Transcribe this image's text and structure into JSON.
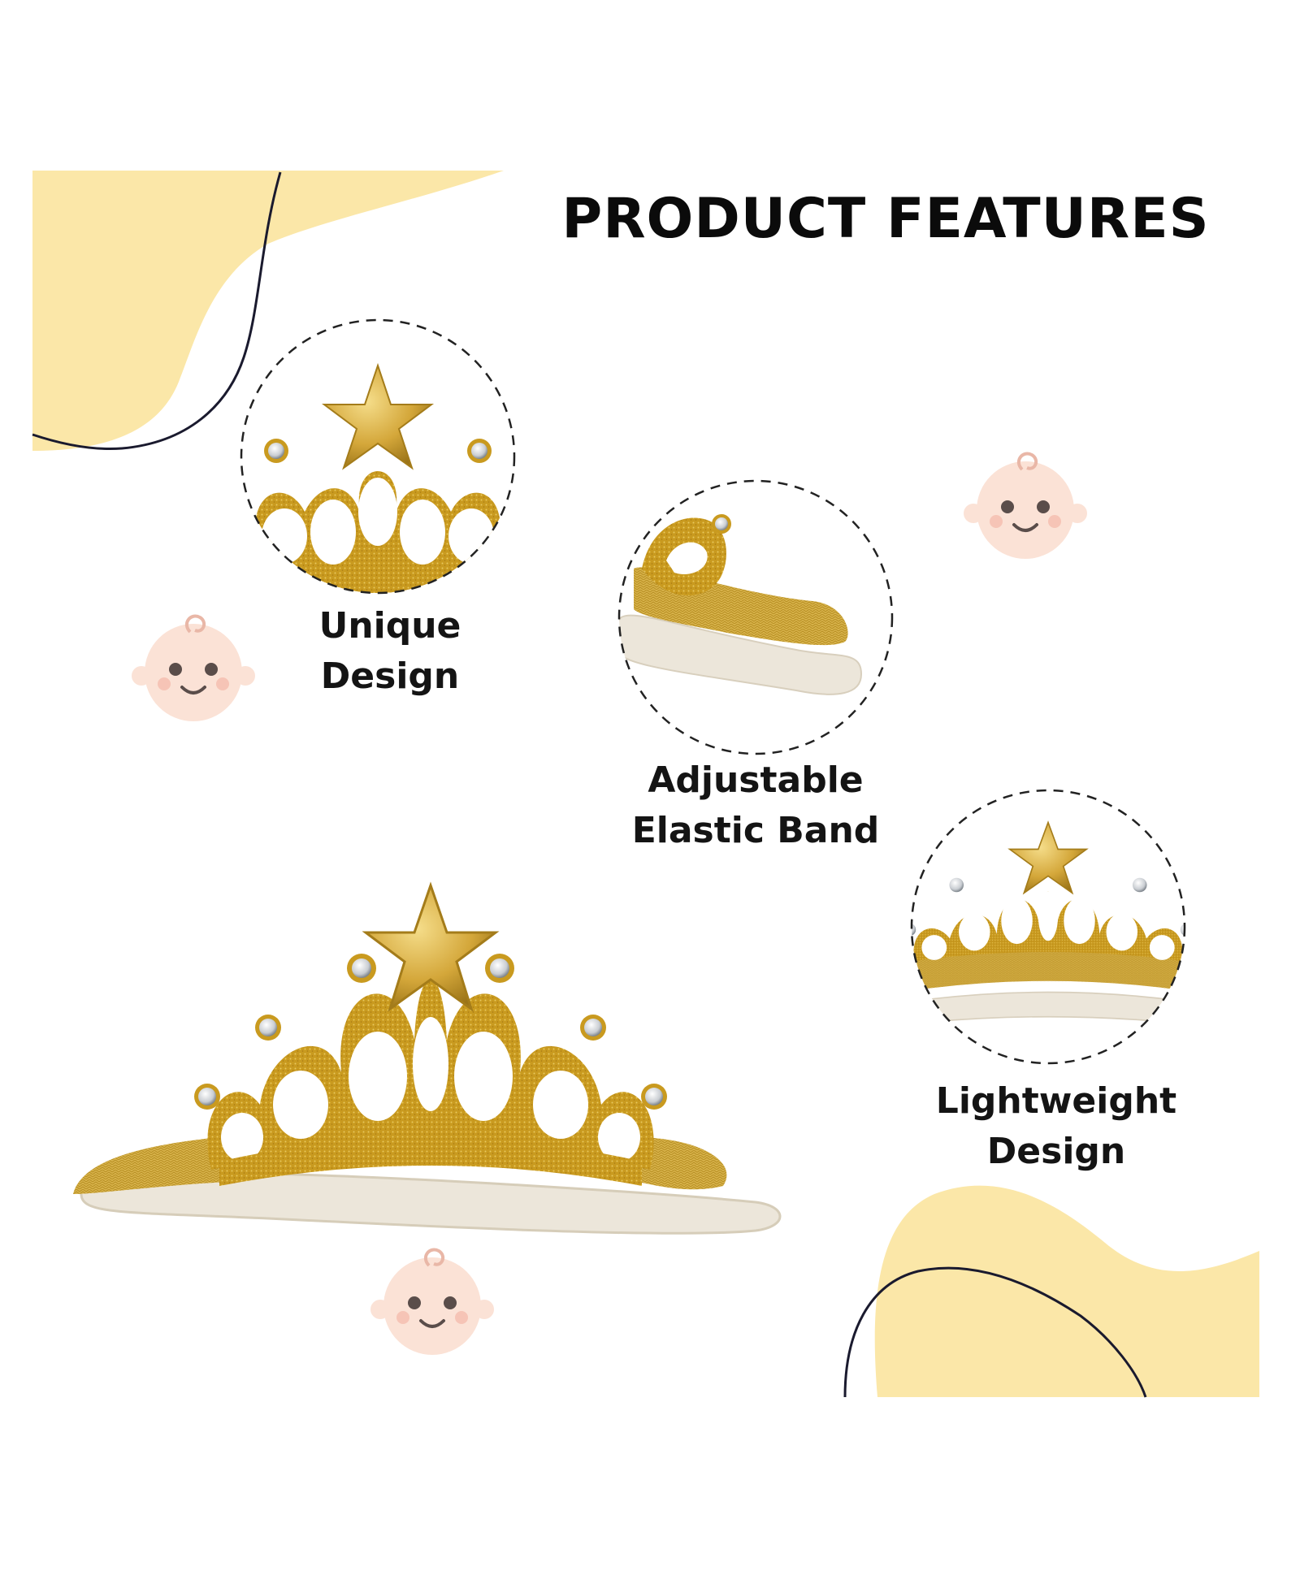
{
  "title": "PRODUCT FEATURES",
  "features": [
    {
      "line1": "Unique",
      "line2": "Design"
    },
    {
      "line1": "Adjustable",
      "line2": "Elastic Band"
    },
    {
      "line1": "Lightweight",
      "line2": "Design"
    }
  ],
  "colors": {
    "blob_yellow": "#fbe7a8",
    "gold": "#c99a1f",
    "gold_light": "#e8c65a",
    "band_cream": "#ece6da",
    "baby_face": "#fbe2d6",
    "text": "#111111"
  },
  "icons": [
    "crown-headband",
    "baby-face-icon",
    "dashed-circle"
  ]
}
